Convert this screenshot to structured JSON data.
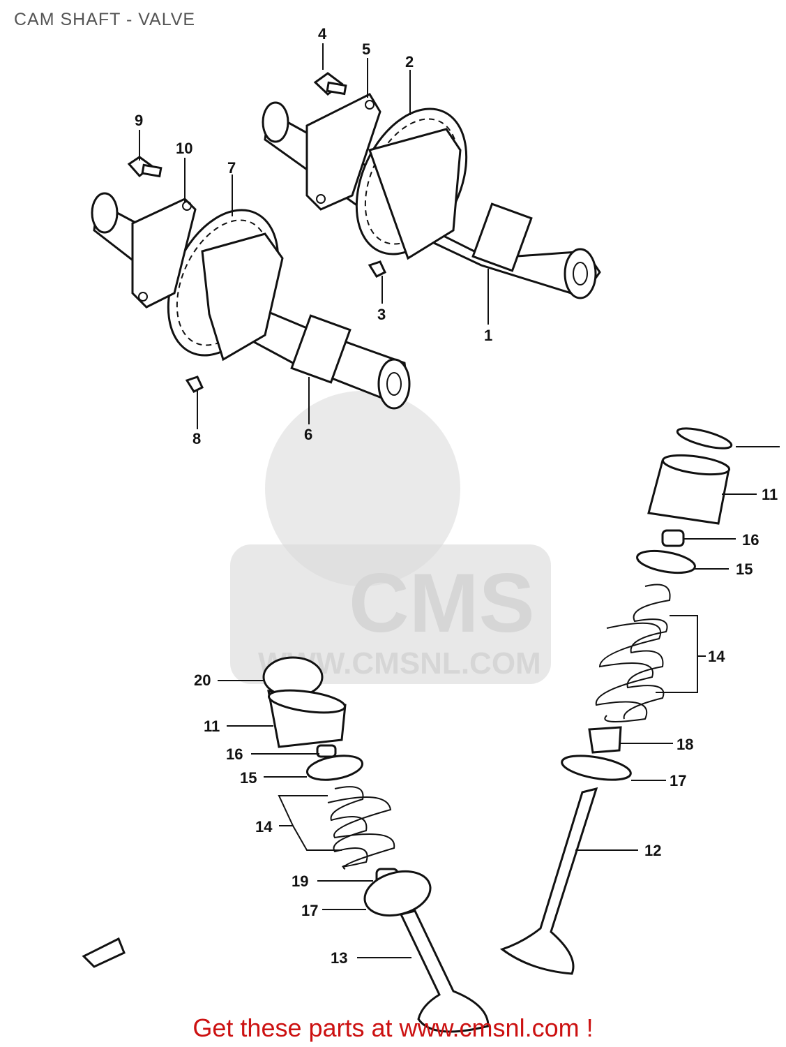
{
  "title": "CAM SHAFT - VALVE",
  "footer": "Get these parts at www.cmsnl.com !",
  "watermark": {
    "brand": "CMS",
    "url": "WWW.CMSNL.COM"
  },
  "callouts": [
    "1",
    "2",
    "3",
    "4",
    "5",
    "6",
    "7",
    "8",
    "9",
    "10",
    "11",
    "11",
    "12",
    "13",
    "14",
    "14",
    "15",
    "15",
    "16",
    "16",
    "17",
    "17",
    "18",
    "19",
    "20"
  ],
  "colors": {
    "footer": "#cc1111",
    "title": "#555555",
    "watermark": "#d9d9d9"
  }
}
